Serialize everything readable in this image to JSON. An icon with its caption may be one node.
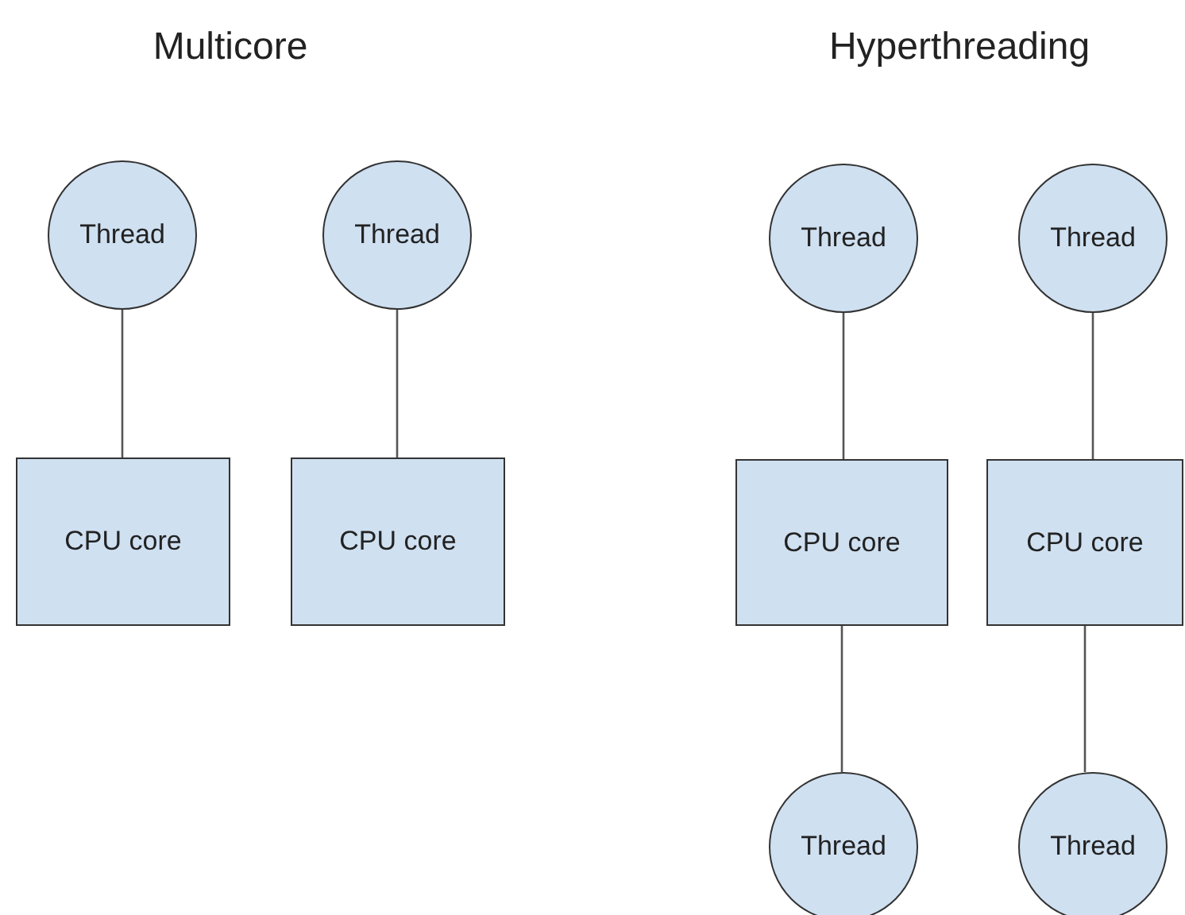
{
  "diagram": {
    "nodes": [
      {
        "text": [
          "Thread"
        ]
      },
      {
        "text": [
          "Thread"
        ]
      },
      {
        "text": [
          "Thread"
        ]
      },
      {
        "text": [
          "Thread"
        ]
      },
      {
        "text": [
          "CPU core"
        ]
      },
      {
        "text": [
          "CPU core"
        ]
      },
      {
        "text": [
          "CPU core"
        ]
      },
      {
        "text": [
          "CPU core"
        ]
      },
      {
        "text": [
          "Thread"
        ]
      },
      {
        "text": [
          "Thread"
        ]
      }
    ],
    "edges": [
      {
        "from": 0,
        "to": 4,
        "arrow": "none"
      },
      {
        "from": 1,
        "to": 5,
        "arrow": "none"
      },
      {
        "from": 2,
        "to": 6,
        "arrow": "none"
      },
      {
        "from": 3,
        "to": 7,
        "arrow": "none"
      },
      {
        "from": 6,
        "to": 8,
        "arrow": "none"
      },
      {
        "from": 7,
        "to": 9,
        "arrow": "none"
      }
    ],
    "labels": [
      "Multicore",
      "Hyperthreading"
    ]
  }
}
